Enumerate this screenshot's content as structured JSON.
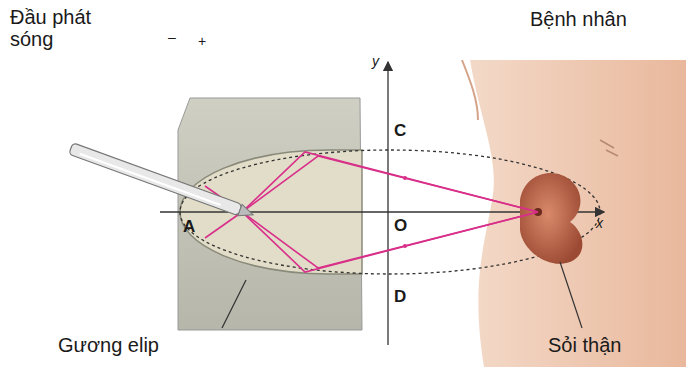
{
  "diagram": {
    "labels": [
      "Đầu phát sóng",
      "–",
      "+",
      "Bệnh nhân",
      "y",
      "C",
      "A",
      "O",
      "x",
      "D",
      "Gương elip",
      "Sỏi thận"
    ]
  }
}
